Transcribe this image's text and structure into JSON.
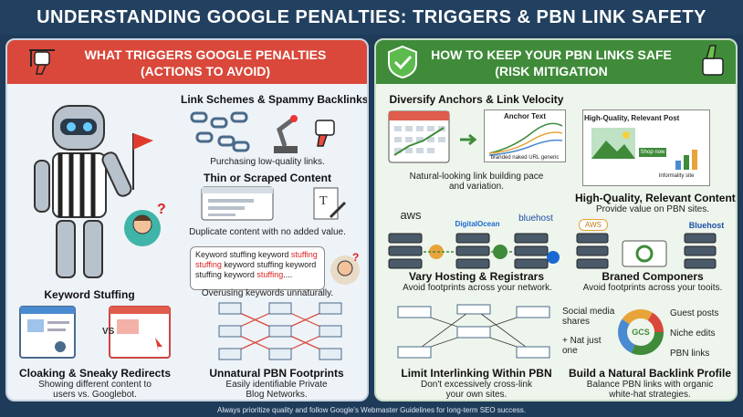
{
  "title": "UNDERSTANDING GOOGLE PENALTIES: TRIGGERS & PBN LINK SAFETY",
  "colors": {
    "left_header": "#d9483a",
    "right_header": "#3f8b3a",
    "banner": "#22405f"
  },
  "left": {
    "heading_line1": "WHAT TRIGGERS GOOGLE PENALTIES",
    "heading_line2": "(ACTIONS TO AVOID)",
    "icon": "thumbs-down-icon",
    "link_schemes": {
      "title": "Link Schemes & Spammy Backlinks",
      "desc": "Purchasing low-quality links."
    },
    "thin_content": {
      "title": "Thin or Scraped Content",
      "desc": "Duplicate content with no added value."
    },
    "keyword_bubble": {
      "normal1": "Keyword stuffing keyword ",
      "red1": "stuffing",
      "red2": "stuffing",
      "normal2": " keyword stuffing keyword ",
      "normal3": "stuffing keyword ",
      "red3": "stuffing",
      "normal4": "...."
    },
    "keyword_stuffing": {
      "title": "Keyword Stuffing",
      "desc": "Overusing keywords unnaturally."
    },
    "cloaking": {
      "title": "Cloaking & Sneaky Redirects",
      "desc_line1": "Showing different content to",
      "desc_line2": "users vs. Googlebot.",
      "vs": "VS"
    },
    "pbn_footprints": {
      "title": "Unnatural PBN Footprints",
      "desc_line1": "Easily identifiable Private",
      "desc_line2": "Blog Networks."
    }
  },
  "right": {
    "heading_line1": "HOW TO KEEP YOUR PBN LINKS SAFE",
    "heading_line2": "(RISK MITIGATION",
    "icon": "thumbs-up-icon",
    "diversify": {
      "title": "Diversify Anchors & Link Velocity",
      "chart_label": "Anchor Text",
      "desc_line1": "Natural-looking link building pace",
      "desc_line2": "and variation.",
      "axis_label": "branded  naked URL  generic"
    },
    "quality": {
      "title": "High-Quality, Relevant Content",
      "desc": "Provide value on PBN sites.",
      "card_title": "High-Quality, Relevant Post",
      "card_button": "Shop now",
      "card_caption": "Informality site"
    },
    "hosting": {
      "title": "Vary Hosting & Registrars",
      "desc": "Avoid footprints across your network.",
      "brand1": "aws",
      "brand2": "DigitalOcean",
      "brand3": "bluehost"
    },
    "components": {
      "title": "Braned Componers",
      "desc": "Avoid footprints across your tooits.",
      "brand1": "AWS",
      "brand2": "Bluehost"
    },
    "interlinking": {
      "title": "Limit Interlinking Within PBN",
      "desc_line1": "Don't excessively cross-link",
      "desc_line2": "your own sites."
    },
    "profile": {
      "title": "Build a Natural Backlink Profile",
      "desc_line1": "Balance PBN links with organic",
      "desc_line2": "white-hat strategies.",
      "center": "GCS",
      "label_social1": "Social media",
      "label_social2": "shares",
      "label_nat1": "+ Nat just",
      "label_nat2": "one",
      "label_guest": "Guest posts",
      "label_niche": "Niche edits",
      "label_pbn": "PBN links"
    }
  },
  "footer": "Always prioritize quality and follow Google's Webmaster Guidelines for long-term SEO success."
}
